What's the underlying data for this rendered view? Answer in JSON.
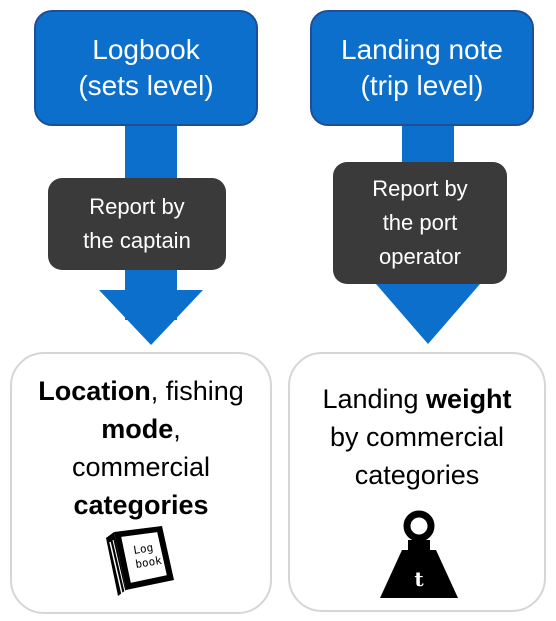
{
  "left": {
    "header_line1": "Logbook",
    "header_line2": "(sets level)",
    "reporter_line1": "Report by",
    "reporter_line2": "the captain",
    "content": {
      "l1_bold": "Location",
      "l1_rest": ", fishing",
      "l2_bold": "mode",
      "l2_rest": ",",
      "l3": "commercial",
      "l4_bold": "categories"
    },
    "icon_label_1": "Log",
    "icon_label_2": "book"
  },
  "right": {
    "header_line1": "Landing note",
    "header_line2": "(trip level)",
    "reporter_line1": "Report by",
    "reporter_line2": "the port",
    "reporter_line3": "operator",
    "content": {
      "l1_plain": "Landing ",
      "l1_bold": "weight",
      "l2": "by commercial",
      "l3": "categories"
    },
    "icon_label": "t"
  },
  "colors": {
    "header_fill": "#0b6fcb",
    "header_border": "#1f4e96",
    "reporter_fill": "#3a3a3a",
    "result_border": "#d6d6d6"
  }
}
